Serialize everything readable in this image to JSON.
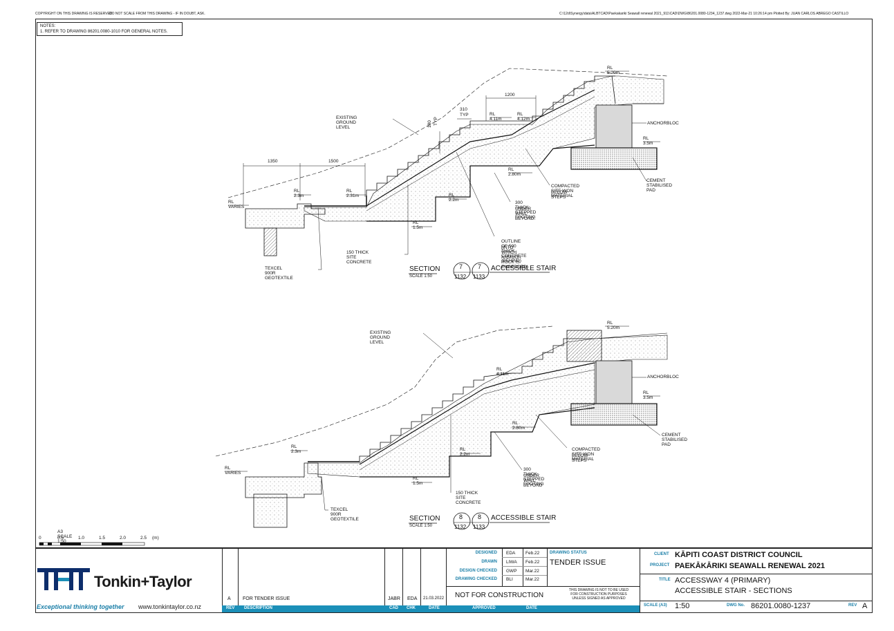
{
  "header": {
    "copyright": "COPYRIGHT ON THIS DRAWING IS RESERVED",
    "scale_note": "DO NOT SCALE FROM THIS DRAWING - IF IN DOUBT, ASK.",
    "file_path": "C:\\12d\\Synergy\\data\\ALBTCAD\\Paekakariki Seawall renewal 2021_911\\CAD\\DWG\\86201.0080-1234_1237.dwg  2022-Mar-21  10:26:14 pm  Plotted By: JUAN CARLOS ABREGO CASTILLO"
  },
  "notes": {
    "title": "NOTES:",
    "item1": "1.   REFER TO DRAWING 86201.0080-1010 FOR GENERAL NOTES."
  },
  "section7": {
    "labels": {
      "existing_ground": "EXISTING GROUND LEVEL",
      "rl_520": "RL 5.20m",
      "dim_1200": "1200",
      "dim_310": "310",
      "typ": "TYP",
      "dim_180": "180",
      "typ_v": "TYP",
      "rl_411": "RL 4.11m",
      "rl_412": "RL 4.12m",
      "anchorbloc": "ANCHORBLOC",
      "rl_35": "RL 3.5m",
      "dim_1350": "1350",
      "dim_1500": "1500",
      "rl_280": "RL 2.80m",
      "cement_pad": "CEMENT STABILISED PAD",
      "compacted_1": "COMPACTED SITE WON MATERIAL",
      "compacted_2": "BELOW STEPS",
      "rl_23": "RL 2.3m",
      "rl_231": "RL 2.31m",
      "rl_varies": "RL VARIES",
      "rl_22": "RL 2.2m",
      "footing_1": "300 THICK STEPPED FOOTING",
      "footing_2": "UNDER WALL BEYOND.",
      "rl_15": "RL 1.5m",
      "outline_1": "OUTLINE OF 500 THICK CONCRETE (BEHIND)",
      "outline_2": "(INTO WHICH ARMOUR ROCK IS EMBEDDED)",
      "site_concrete": "150 THICK SITE CONCRETE",
      "geotextile": "TEXCEL 900R GEOTEXTILE"
    },
    "title": {
      "section": "SECTION",
      "scale": "SCALE 1:50",
      "num": "7",
      "ref1": "1132",
      "ref2": "1133",
      "name": "ACCESSIBLE STAIR"
    }
  },
  "section8": {
    "labels": {
      "existing_ground": "EXISTING GROUND LEVEL",
      "rl_520": "RL 5.20m",
      "rl_411": "RL 4.11m",
      "anchorbloc": "ANCHORBLOC",
      "rl_35": "RL 3.5m",
      "cement_pad": "CEMENT STABILISED PAD",
      "rl_280": "RL 2.80m",
      "compacted_1": "COMPACTED SITE WON MATERIAL",
      "compacted_2": "BELOW STEPS",
      "rl_23": "RL 2.3m",
      "rl_22": "RL 2.2m",
      "footing_1": "300 THICK STEPPED FOOTING",
      "footing_2": "UNDER WALL BEYOND",
      "rl_varies": "RL VARIES",
      "rl_15": "RL 1.5m",
      "site_concrete": "150 THICK SITE CONCRETE",
      "geotextile": "TEXCEL 900R GEOTEXTILE"
    },
    "title": {
      "section": "SECTION",
      "scale": "SCALE 1:50",
      "num": "8",
      "ref1": "1132",
      "ref2": "1133",
      "name": "ACCESSIBLE STAIR"
    }
  },
  "scale_bar": {
    "title": "A3 SCALE 1:50",
    "ticks": [
      "0",
      "0.5",
      "1.0",
      "1.5",
      "2.0",
      "2.5"
    ],
    "unit": "(m)"
  },
  "title_block": {
    "logo_text": "Tonkin+Taylor",
    "tagline": "Exceptional thinking together",
    "website": "www.tonkintaylor.co.nz",
    "revision_row": {
      "rev": "A",
      "description": "FOR TENDER ISSUE",
      "cad": "JABR",
      "chk": "EDA",
      "date": "21.03.2022"
    },
    "rev_headers": {
      "rev": "REV",
      "description": "DESCRIPTION",
      "cad": "CAD",
      "chk": "CHK",
      "date": "DATE",
      "approved": "APPROVED",
      "date2": "DATE"
    },
    "signoffs": [
      {
        "role": "DESIGNED",
        "initials": "EDA",
        "date": "Feb.22"
      },
      {
        "role": "DRAWN",
        "initials": "LIWA",
        "date": "Feb.22"
      },
      {
        "role": "DESIGN CHECKED",
        "initials": "GWP",
        "date": "Mar.22"
      },
      {
        "role": "DRAWING CHECKED",
        "initials": "BLI",
        "date": "Mar.22"
      }
    ],
    "drawing_status_label": "DRAWING STATUS",
    "drawing_status": "TENDER ISSUE",
    "not_for_construction": "NOT FOR CONSTRUCTION",
    "disclaimer": [
      "THIS DRAWING IS NOT TO BE USED",
      "FOR CONSTRUCTION PURPOSES",
      "UNLESS SIGNED AS APPROVED"
    ],
    "client_label": "CLIENT",
    "client": "KĀPITI COAST DISTRICT COUNCIL",
    "project_label": "PROJECT",
    "project": "PAEKĀKĀRIKI SEAWALL RENEWAL 2021",
    "title_label": "TITLE",
    "title_line1": "ACCESSWAY 4 (PRIMARY)",
    "title_line2": "ACCESSIBLE STAIR - SECTIONS",
    "scale_label": "SCALE (A3)",
    "scale": "1:50",
    "dwg_label": "DWG No.",
    "dwg_no": "86201.0080-1237",
    "rev_label": "REV",
    "rev": "A"
  },
  "colors": {
    "accent": "#1b8fb8",
    "logo": "#0d2d6b",
    "tagline": "#1b7fa8"
  }
}
